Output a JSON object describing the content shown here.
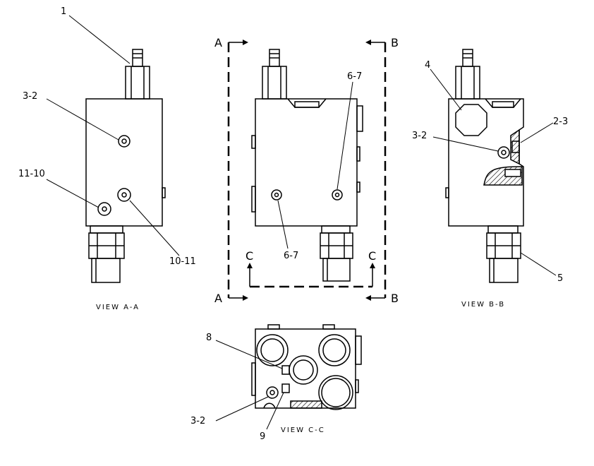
{
  "views": {
    "a": {
      "caption": "VIEW A-A"
    },
    "b": {
      "caption": "VIEW B-B"
    },
    "c": {
      "caption": "VIEW C-C"
    }
  },
  "section_markers": {
    "a": "A",
    "b": "B",
    "c": "C"
  },
  "callouts": {
    "va_1": "1",
    "va_3_2": "3-2",
    "va_11_10": "11-10",
    "va_10_11": "10-11",
    "mid_6_7_top": "6-7",
    "mid_6_7_bottom": "6-7",
    "vb_4": "4",
    "vb_2_3": "2-3",
    "vb_3_2": "3-2",
    "vb_5": "5",
    "vc_8": "8",
    "vc_3_2": "3-2",
    "vc_9": "9"
  }
}
